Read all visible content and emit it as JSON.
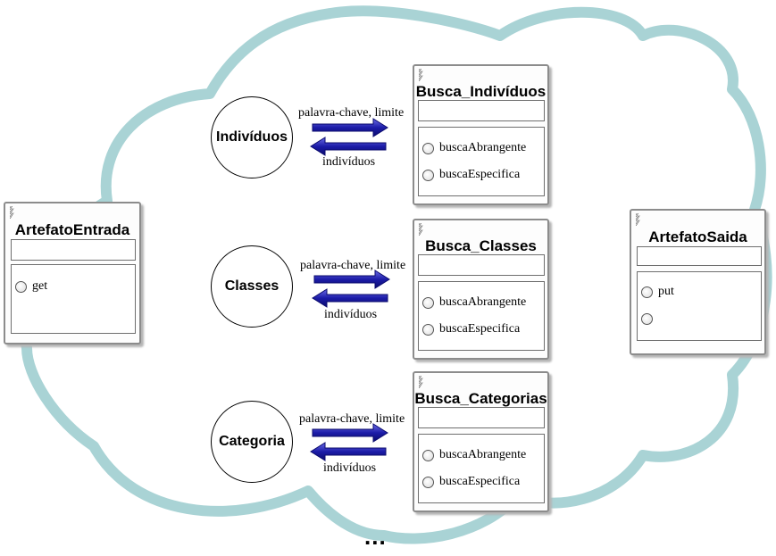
{
  "components": {
    "entrada": {
      "title": "ArtefatoEntrada",
      "ops": [
        "get"
      ]
    },
    "saida": {
      "title": "ArtefatoSaida",
      "ops": [
        "put",
        ""
      ]
    },
    "individuos": {
      "title": "Busca_Indivíduos",
      "ops": [
        "buscaAbrangente",
        "buscaEspecifica"
      ]
    },
    "classes": {
      "title": "Busca_Classes",
      "ops": [
        "buscaAbrangente",
        "buscaEspecifica"
      ]
    },
    "categorias": {
      "title": "Busca_Categorias",
      "ops": [
        "buscaAbrangente",
        "buscaEspecifica"
      ]
    }
  },
  "circles": {
    "individuos": "Indivíduos",
    "classes": "Classes",
    "categoria": "Categoria"
  },
  "arrows": {
    "request_label": "palavra-chave, limite",
    "response_label": "indivíduos"
  },
  "ellipsis": "...",
  "colors": {
    "cloud": "#a9d3d5",
    "arrow": "#1c1ca8",
    "border": "#8c8c8c"
  },
  "icons": {
    "component_grip": "grip-icon",
    "operation_port": "port-icon"
  }
}
